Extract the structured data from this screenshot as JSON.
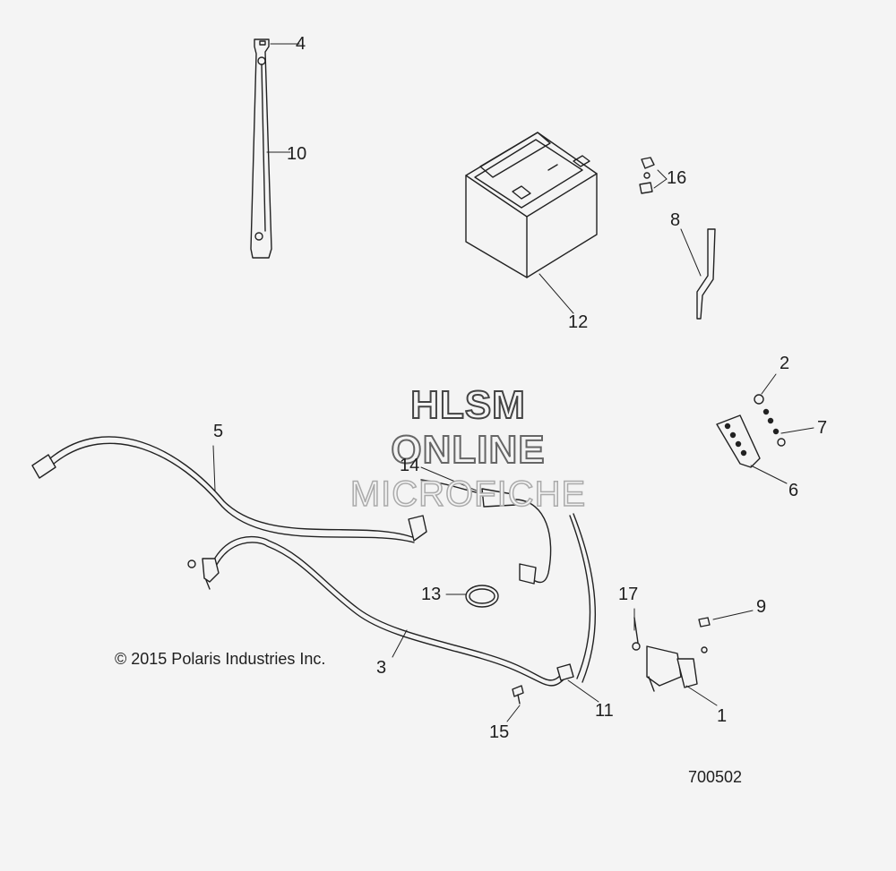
{
  "callouts": [
    {
      "id": "c1",
      "label": "1"
    },
    {
      "id": "c2",
      "label": "2"
    },
    {
      "id": "c3",
      "label": "3"
    },
    {
      "id": "c4",
      "label": "4"
    },
    {
      "id": "c5",
      "label": "5"
    },
    {
      "id": "c6",
      "label": "6"
    },
    {
      "id": "c7",
      "label": "7"
    },
    {
      "id": "c8",
      "label": "8"
    },
    {
      "id": "c9",
      "label": "9"
    },
    {
      "id": "c10",
      "label": "10"
    },
    {
      "id": "c11",
      "label": "11"
    },
    {
      "id": "c12",
      "label": "12"
    },
    {
      "id": "c13",
      "label": "13"
    },
    {
      "id": "c14",
      "label": "14"
    },
    {
      "id": "c15",
      "label": "15"
    },
    {
      "id": "c16",
      "label": "16"
    },
    {
      "id": "c17",
      "label": "17"
    }
  ],
  "watermark": {
    "line1": "HLSM",
    "line2": "ONLINE",
    "line3": "MICROFICHE"
  },
  "copyright": "© 2015 Polaris Industries Inc.",
  "figure_number": "700502",
  "colors": {
    "line": "#222222",
    "background": "#f4f4f4"
  }
}
